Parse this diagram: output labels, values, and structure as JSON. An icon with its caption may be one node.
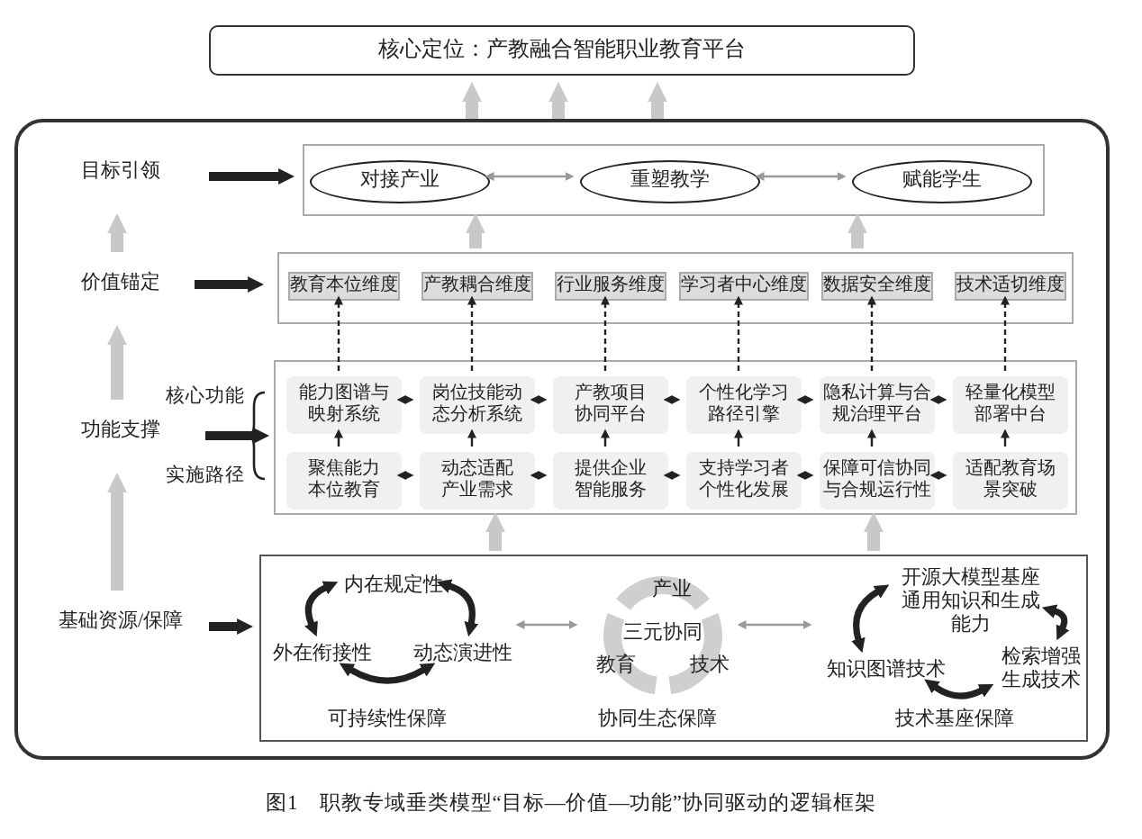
{
  "diagram": {
    "caption": "图1　职教专域垂类模型“目标—价值—功能”协同驱动的逻辑框架",
    "nodes": [
      {
        "text": [
          "核心定位：产教融合智能职业教育平台"
        ]
      },
      {
        "text": [],
        "shape": "box"
      },
      {
        "text": [
          "目标引领"
        ],
        "in": 1
      },
      {
        "text": [
          "价值锚定"
        ],
        "in": 1
      },
      {
        "text": [
          "功能支撑"
        ],
        "in": 1
      },
      {
        "text": [
          "基础资源/保障"
        ],
        "in": 1
      },
      {
        "text": [],
        "shape": "box",
        "in": 1
      },
      {
        "text": [
          "对接产业"
        ],
        "in": 6
      },
      {
        "text": [
          "重塑教学"
        ],
        "in": 6
      },
      {
        "text": [
          "赋能学生"
        ],
        "in": 6
      },
      {
        "text": [],
        "shape": "box",
        "in": 1
      },
      {
        "text": [
          "教育本位维度"
        ],
        "in": 10
      },
      {
        "text": [
          "产教耦合维度"
        ],
        "in": 10
      },
      {
        "text": [
          "行业服务维度"
        ],
        "in": 10
      },
      {
        "text": [
          "学习者中心维度"
        ],
        "in": 10
      },
      {
        "text": [
          "数据安全维度"
        ],
        "in": 10
      },
      {
        "text": [
          "技术适切维度"
        ],
        "in": 10
      },
      {
        "text": [],
        "shape": "box",
        "in": 1
      },
      {
        "text": [
          "能力图谱与映射系统"
        ],
        "in": 17
      },
      {
        "text": [
          "岗位技能动态分析系统"
        ],
        "in": 17
      },
      {
        "text": [
          "产教项目协同平台"
        ],
        "in": 17
      },
      {
        "text": [
          "个性化学习路径引擎"
        ],
        "in": 17
      },
      {
        "text": [
          "隐私计算与合规治理平台"
        ],
        "in": 17
      },
      {
        "text": [
          "轻量化模型部署中台"
        ],
        "in": 17
      },
      {
        "text": [
          "聚焦能力本位教育"
        ],
        "in": 17
      },
      {
        "text": [
          "动态适配产业需求"
        ],
        "in": 17
      },
      {
        "text": [
          "提供企业智能服务"
        ],
        "in": 17
      },
      {
        "text": [
          "支持学习者个性化发展"
        ],
        "in": 17
      },
      {
        "text": [
          "保障可信协同与合规运行性"
        ],
        "in": 17
      },
      {
        "text": [
          "适配教育场景突破"
        ],
        "in": 17
      },
      {
        "text": [],
        "shape": "box",
        "in": 1
      },
      {
        "text": [
          "内在规定性"
        ],
        "in": 30
      },
      {
        "text": [
          "外在衔接性"
        ],
        "in": 30
      },
      {
        "text": [
          "动态演进性"
        ],
        "in": 30
      },
      {
        "text": [
          "产业",
          "三元协同",
          "教育",
          "技术"
        ],
        "in": 30
      },
      {
        "text": [
          "开源大模型基座通用知识和生成能力"
        ],
        "in": 30
      },
      {
        "text": [
          "检索增强生成技术"
        ],
        "in": 30
      },
      {
        "text": [
          "知识图谱技术"
        ],
        "in": 30
      }
    ],
    "edges": [
      {
        "from": 1,
        "to": 0,
        "arrow": "to",
        "style": "thick",
        "color": "#c8c8c8"
      },
      {
        "from": 1,
        "to": 0,
        "arrow": "to",
        "style": "thick",
        "color": "#c8c8c8"
      },
      {
        "from": 1,
        "to": 0,
        "arrow": "to",
        "style": "thick",
        "color": "#c8c8c8"
      },
      {
        "from": 5,
        "to": 4,
        "arrow": "to",
        "style": "thick",
        "color": "#c8c8c8"
      },
      {
        "from": 4,
        "to": 3,
        "arrow": "to",
        "style": "thick",
        "color": "#c8c8c8"
      },
      {
        "from": 3,
        "to": 2,
        "arrow": "to",
        "style": "thick",
        "color": "#c8c8c8"
      },
      {
        "from": 2,
        "to": 6,
        "arrow": "to",
        "style": "thick"
      },
      {
        "from": 3,
        "to": 10,
        "arrow": "to",
        "style": "thick"
      },
      {
        "from": 4,
        "to": 17,
        "arrow": "to",
        "style": "thick"
      },
      {
        "from": 5,
        "to": 30,
        "arrow": "to",
        "style": "thick"
      },
      {
        "from": 10,
        "to": 6,
        "arrow": "to",
        "style": "thick",
        "color": "#c8c8c8"
      },
      {
        "from": 10,
        "to": 6,
        "arrow": "to",
        "style": "thick",
        "color": "#c8c8c8"
      },
      {
        "from": 18,
        "to": 11,
        "arrow": "to",
        "style": "dashed"
      },
      {
        "from": 19,
        "to": 12,
        "arrow": "to",
        "style": "dashed"
      },
      {
        "from": 20,
        "to": 13,
        "arrow": "to",
        "style": "dashed"
      },
      {
        "from": 21,
        "to": 14,
        "arrow": "to",
        "style": "dashed"
      },
      {
        "from": 22,
        "to": 15,
        "arrow": "to",
        "style": "dashed"
      },
      {
        "from": 23,
        "to": 16,
        "arrow": "to",
        "style": "dashed"
      },
      {
        "from": 18,
        "to": 19,
        "arrow": "both"
      },
      {
        "from": 19,
        "to": 20,
        "arrow": "both"
      },
      {
        "from": 20,
        "to": 21,
        "arrow": "both"
      },
      {
        "from": 21,
        "to": 22,
        "arrow": "both"
      },
      {
        "from": 22,
        "to": 23,
        "arrow": "both"
      },
      {
        "from": 24,
        "to": 18,
        "arrow": "to"
      },
      {
        "from": 25,
        "to": 19,
        "arrow": "to"
      },
      {
        "from": 26,
        "to": 20,
        "arrow": "to"
      },
      {
        "from": 27,
        "to": 21,
        "arrow": "to"
      },
      {
        "from": 28,
        "to": 22,
        "arrow": "to"
      },
      {
        "from": 29,
        "to": 23,
        "arrow": "to"
      },
      {
        "from": 24,
        "to": 25,
        "arrow": "both"
      },
      {
        "from": 25,
        "to": 26,
        "arrow": "both"
      },
      {
        "from": 26,
        "to": 27,
        "arrow": "both"
      },
      {
        "from": 27,
        "to": 28,
        "arrow": "both"
      },
      {
        "from": 28,
        "to": 29,
        "arrow": "both"
      },
      {
        "from": 7,
        "to": 8,
        "arrow": "both",
        "color": "#999999"
      },
      {
        "from": 8,
        "to": 9,
        "arrow": "both",
        "color": "#999999"
      },
      {
        "from": 30,
        "to": 17,
        "arrow": "to",
        "style": "thick",
        "color": "#c8c8c8"
      },
      {
        "from": 30,
        "to": 17,
        "arrow": "to",
        "style": "thick",
        "color": "#c8c8c8"
      },
      {
        "from": 31,
        "to": 33,
        "arrow": "both",
        "style": "thick"
      },
      {
        "from": 33,
        "to": 32,
        "arrow": "both",
        "style": "thick"
      },
      {
        "from": 32,
        "to": 31,
        "arrow": "both",
        "style": "thick"
      },
      {
        "from": 33,
        "to": 34,
        "arrow": "both",
        "color": "#999999"
      },
      {
        "from": 34,
        "to": 37,
        "arrow": "both",
        "color": "#999999"
      },
      {
        "from": 37,
        "to": 35,
        "arrow": "both",
        "style": "thick"
      },
      {
        "from": 35,
        "to": 36,
        "arrow": "both",
        "style": "thick"
      },
      {
        "from": 36,
        "to": 37,
        "arrow": "both",
        "style": "thick"
      }
    ],
    "labels": [
      "核心功能",
      "实施路径",
      "可持续性保障",
      "协同生态保障",
      "技术基座保障"
    ]
  }
}
